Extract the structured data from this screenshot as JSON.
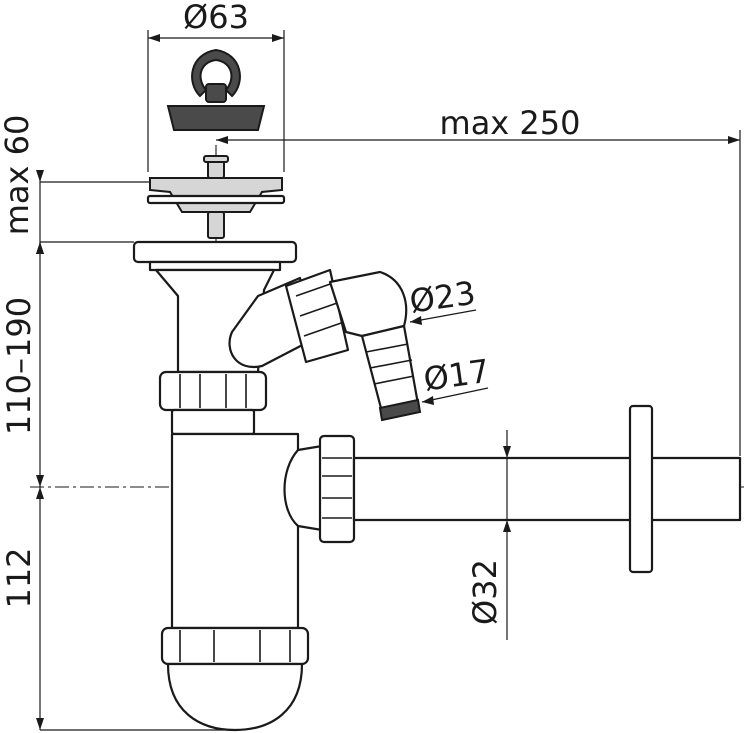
{
  "diagram": {
    "dimensions": {
      "top_diameter": "Ø63",
      "max_height": "max 60",
      "max_length": "max 250",
      "inlet_diameter": "Ø23",
      "hose_diameter": "Ø17",
      "height_range": "110–190",
      "pipe_diameter": "Ø32",
      "bottom_height": "112"
    }
  }
}
